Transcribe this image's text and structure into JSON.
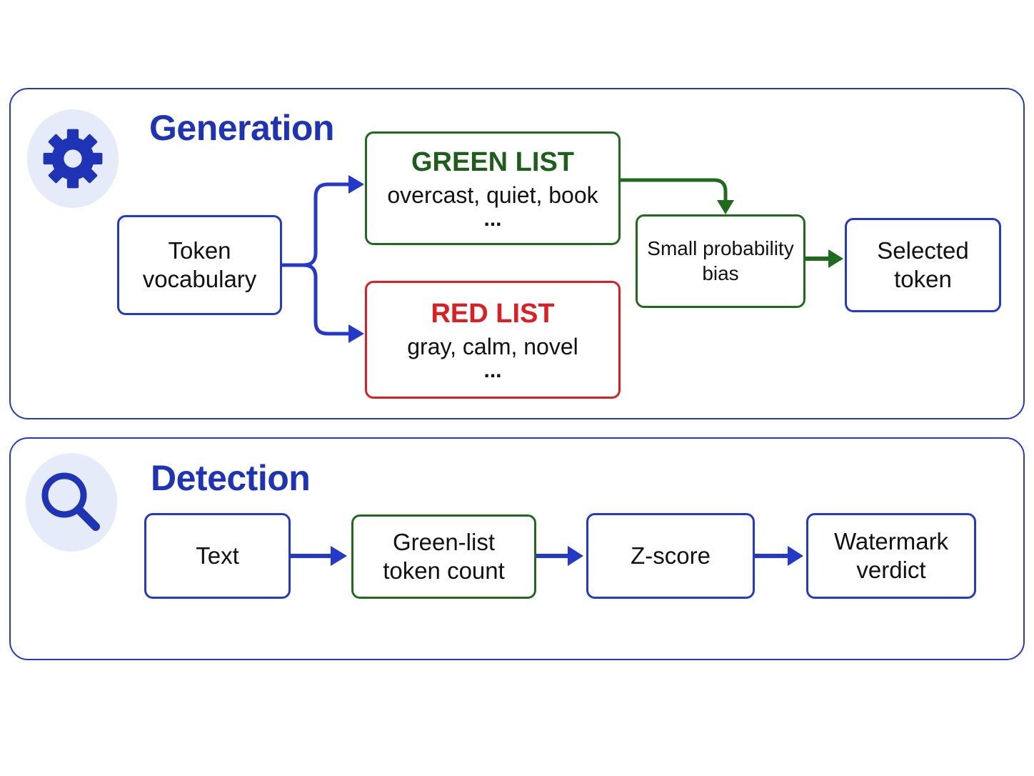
{
  "colors": {
    "blue": "#2438c9",
    "title_blue": "#1f33b5",
    "green": "#1f6a1f",
    "green_title": "#1d5e1a",
    "red": "#dd1f24",
    "icon_bg": "#e6ebf9"
  },
  "generation": {
    "title": "Generation",
    "icon": "gear-icon",
    "token_vocabulary": [
      "Token",
      "vocabulary"
    ],
    "green_list": {
      "title": "GREEN LIST",
      "items": "overcast, quiet, book",
      "ellipsis": "..."
    },
    "red_list": {
      "title": "RED LIST",
      "items": "gray, calm, novel",
      "ellipsis": "..."
    },
    "bias": [
      "Small probability",
      "bias"
    ],
    "selected_token": [
      "Selected",
      "token"
    ]
  },
  "detection": {
    "title": "Detection",
    "icon": "magnifier-icon",
    "text": "Text",
    "green_count": [
      "Green-list",
      "token count"
    ],
    "zscore": "Z-score",
    "verdict": [
      "Watermark",
      "verdict"
    ]
  }
}
